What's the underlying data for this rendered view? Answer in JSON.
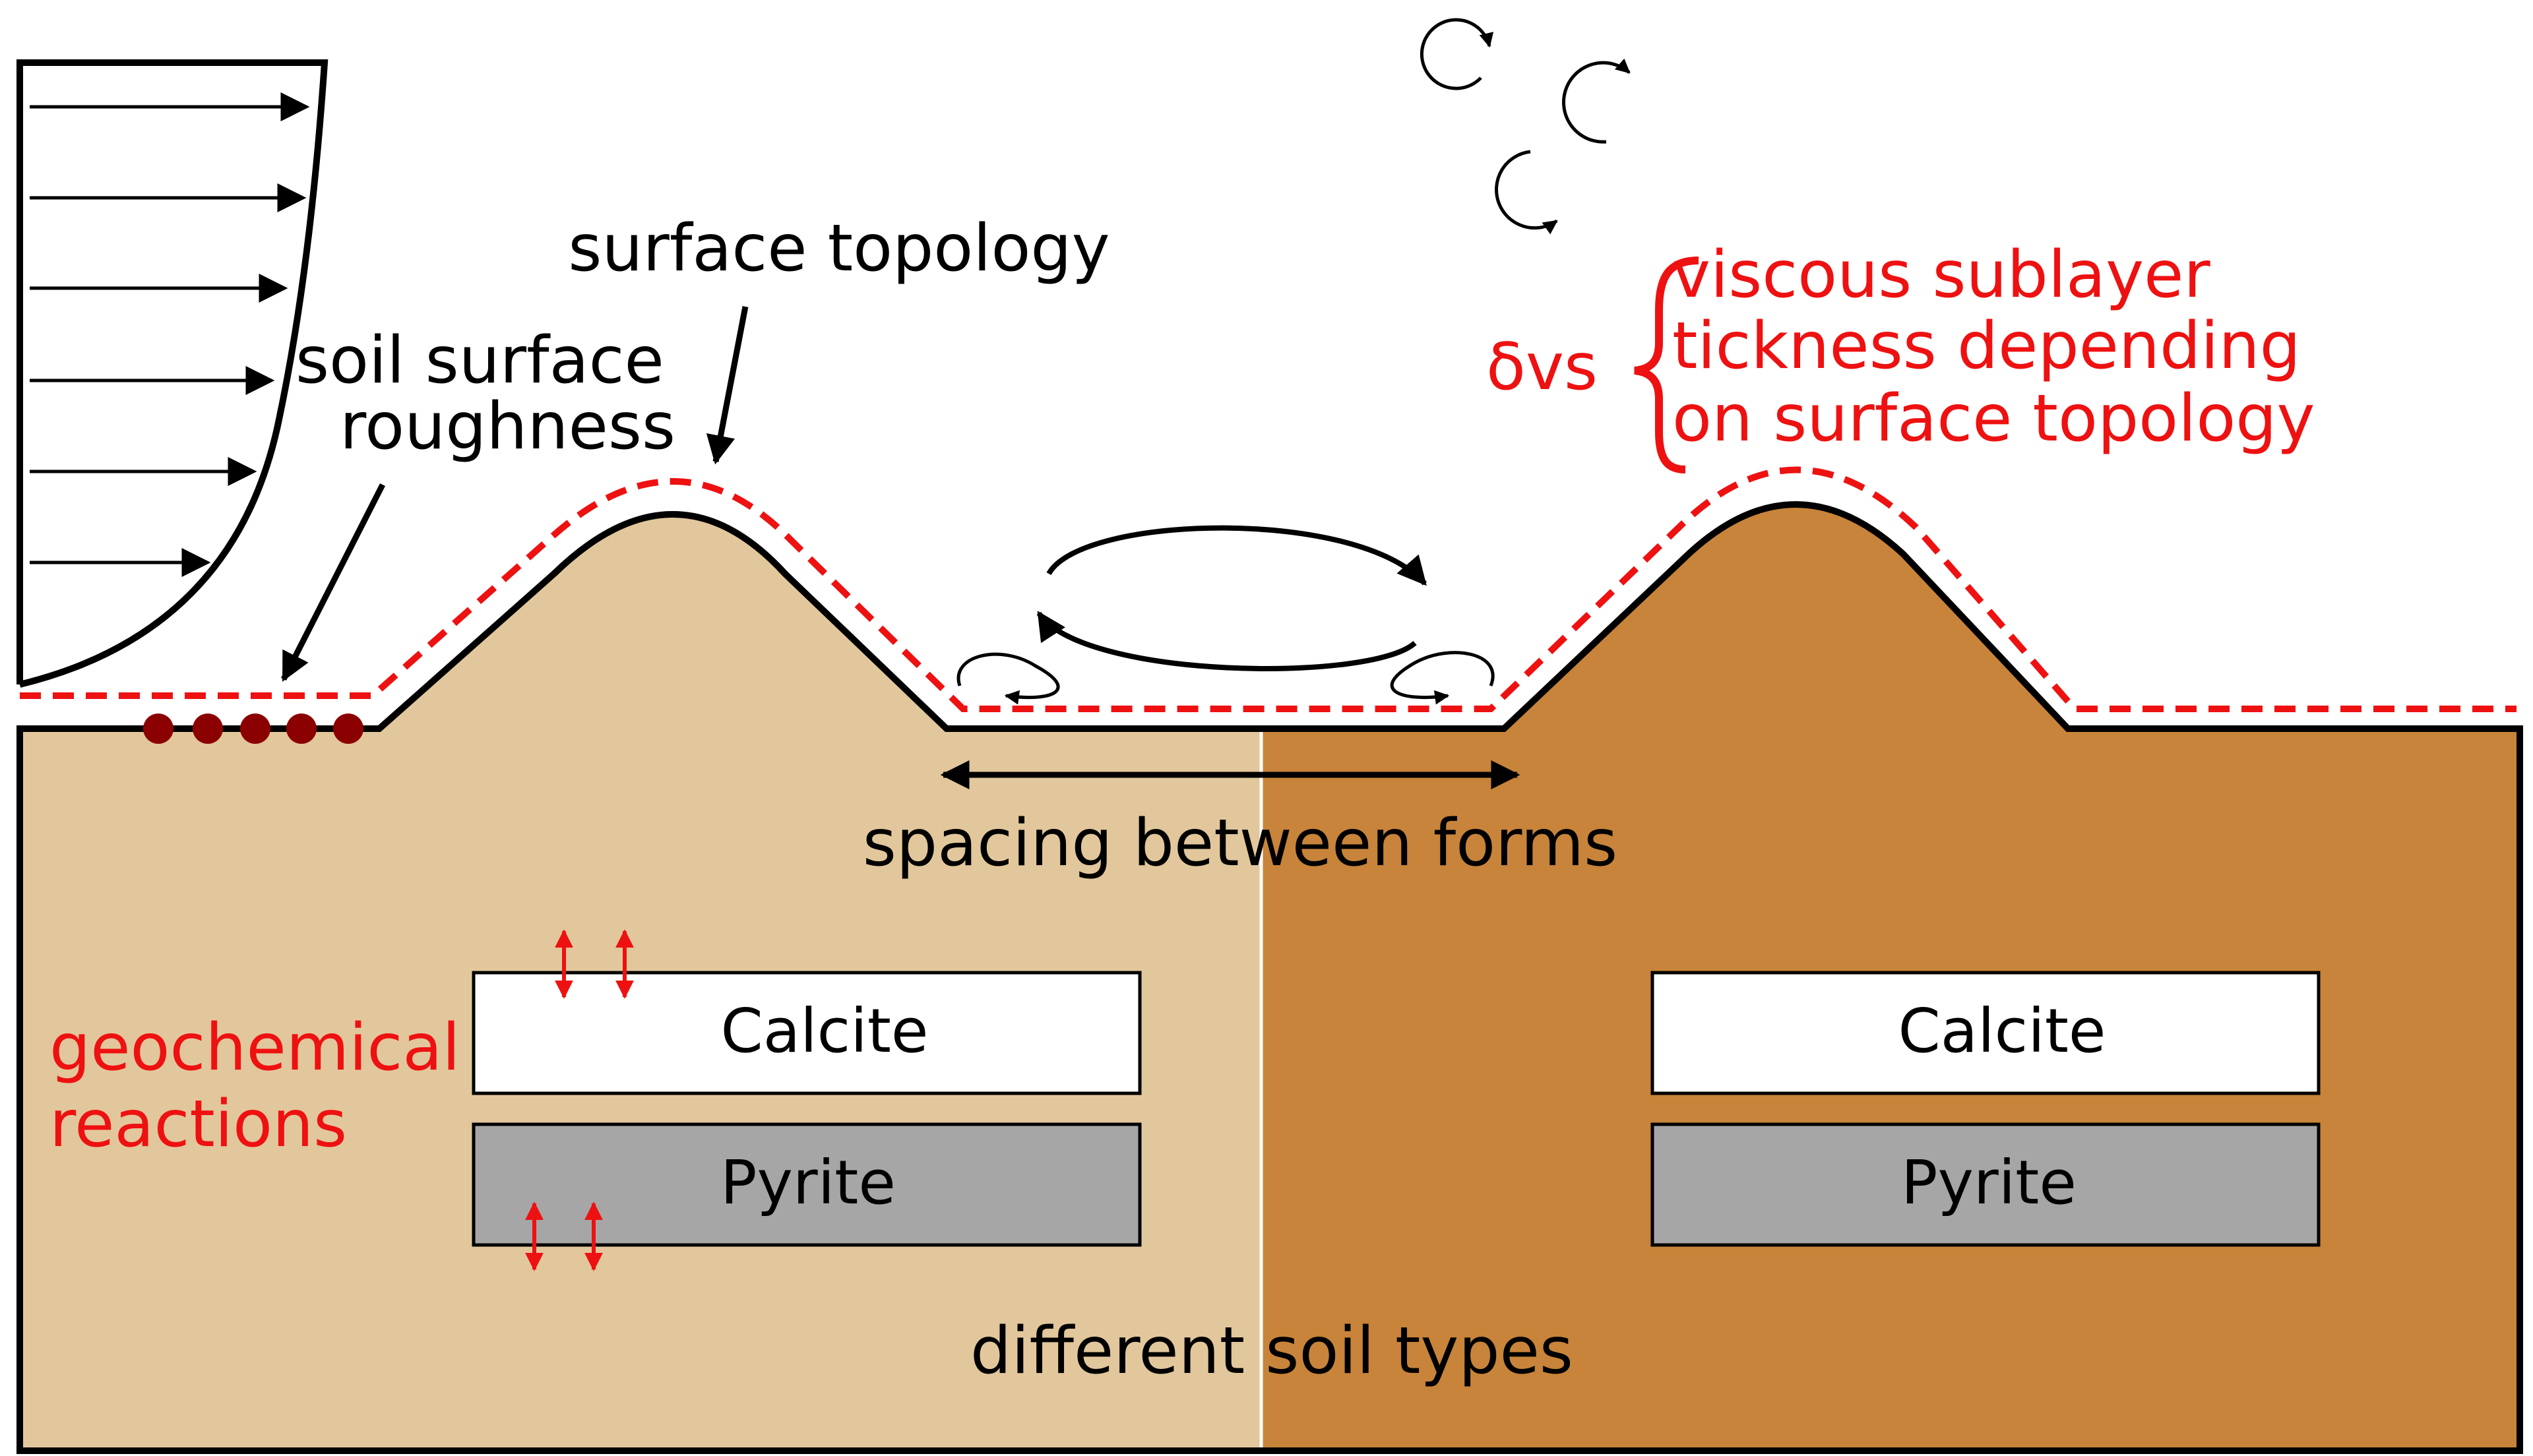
{
  "labels": {
    "surface_topology": "surface topology",
    "soil_surface_roughness_line1": "soil surface",
    "soil_surface_roughness_line2": "roughness",
    "delta_symbol": "δvs",
    "viscous_line1": "viscous sublayer",
    "viscous_line2": "tickness depending",
    "viscous_line3": "on surface topology",
    "spacing": "spacing between forms",
    "geochemical_line1": "geochemical",
    "geochemical_line2": "reactions",
    "different_soils": "different soil types"
  },
  "boxes": {
    "left": {
      "calcite": "Calcite",
      "pyrite": "Pyrite"
    },
    "right": {
      "calcite": "Calcite",
      "pyrite": "Pyrite"
    }
  },
  "colors": {
    "soil_light": "#e2c79c",
    "soil_dark": "#c8843a",
    "calcite": "#ffffff",
    "pyrite": "#a6a6a6",
    "accent_red": "#ee1111",
    "particle": "#8b0000",
    "outline": "#000000"
  }
}
